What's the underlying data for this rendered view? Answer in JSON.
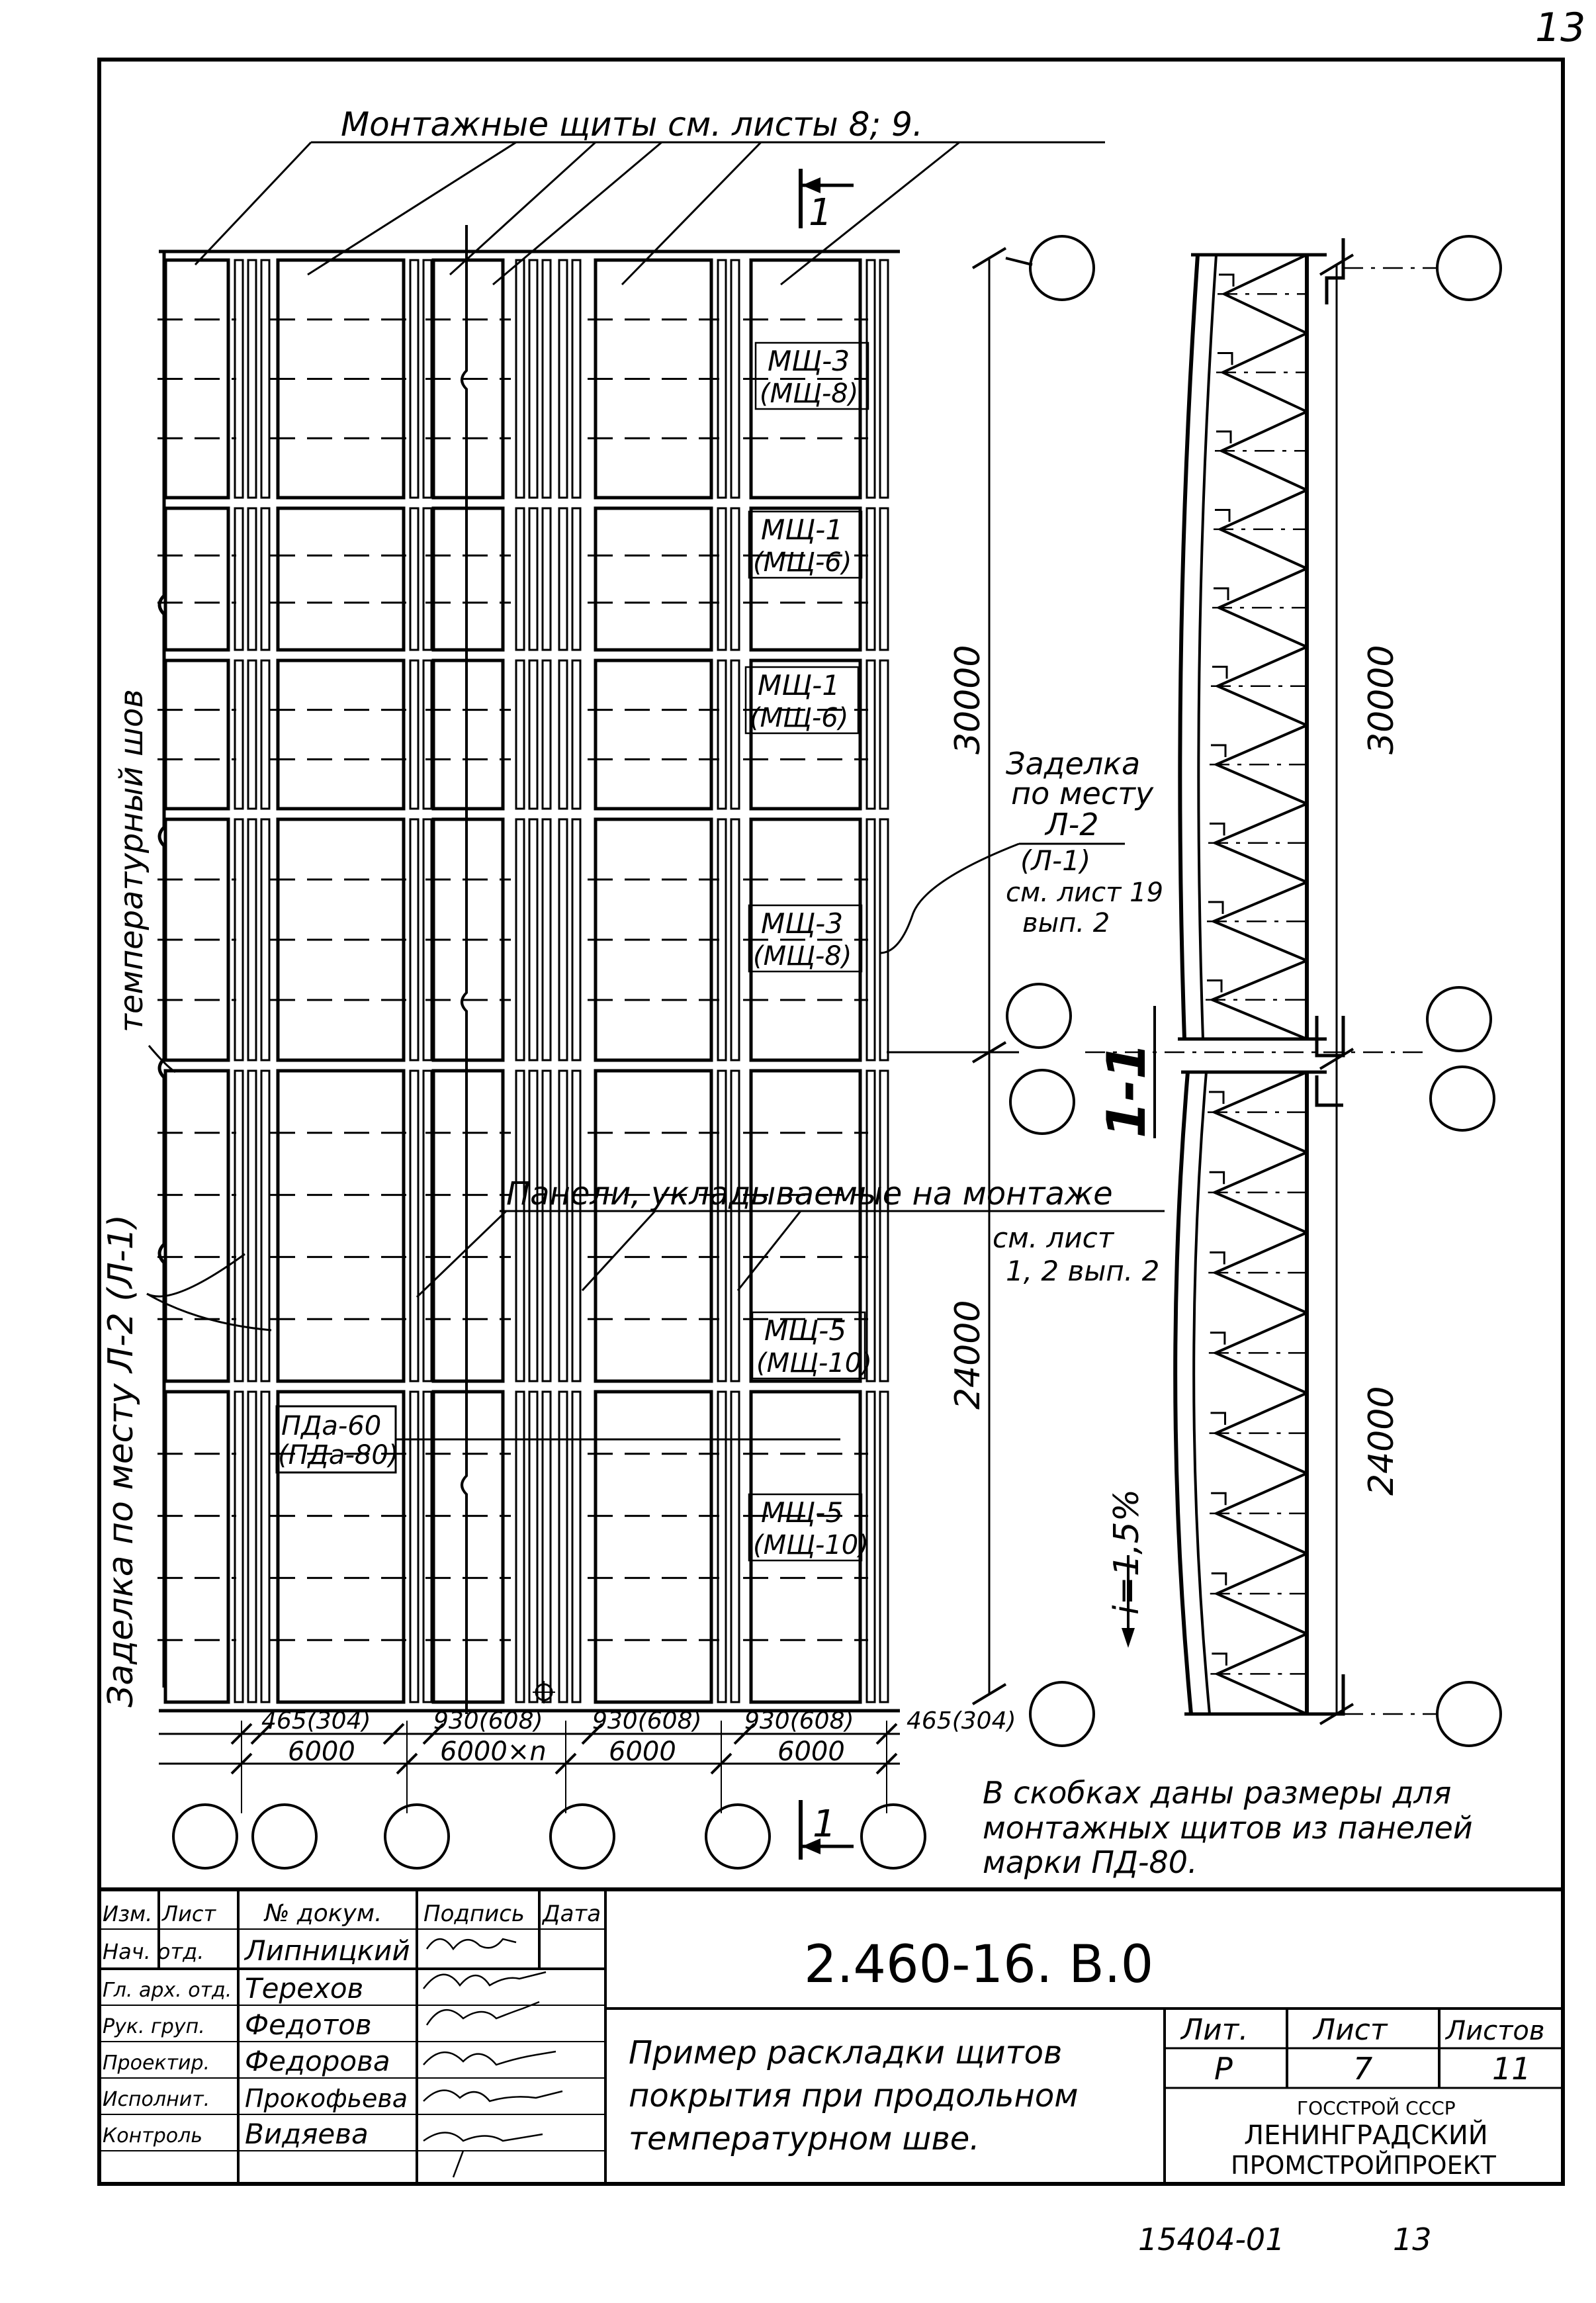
{
  "page_number": "13",
  "plan": {
    "panels_label": "Монтажные щиты см. листы 8; 9.",
    "section_mark": "1",
    "joint_label": "температурный шов",
    "seal_left": "Заделка по месту Л-2 (Л-1)",
    "laid_panels": "Панели, укладываемые на монтаже",
    "laid_panels_ref_line1": "см. лист",
    "laid_panels_ref_line2": "1, 2 вып. 2",
    "seal_right": {
      "line1": "Заделка",
      "line2": "по месту",
      "line3": "Л-2",
      "line4": "(Л-1)",
      "line5": "см. лист 19",
      "line6": "вып. 2"
    },
    "shield_marks": [
      {
        "top": "МЩ-3",
        "bottom": "(МЩ-8)"
      },
      {
        "top": "МЩ-1",
        "bottom": "(МЩ-6)"
      },
      {
        "top": "МЩ-1",
        "bottom": "(МЩ-6)"
      },
      {
        "top": "МЩ-3",
        "bottom": "(МЩ-8)"
      },
      {
        "top": "МЩ-5",
        "bottom": "(МЩ-10)"
      },
      {
        "top": "МЩ-5",
        "bottom": "(МЩ-10)"
      }
    ],
    "pda": {
      "top": "ПДа-60",
      "bottom": "(ПДа-80)"
    },
    "dim_30000": "30000",
    "dim_24000": "24000",
    "bottom_dims_top": [
      "465(304)",
      "930(608)",
      "930(608)",
      "930(608)",
      "465(304)"
    ],
    "bottom_dims": [
      "6000",
      "6000×n",
      "6000",
      "6000"
    ]
  },
  "section": {
    "title": "1-1",
    "dim_30000": "30000",
    "dim_24000": "24000",
    "slope": "i=1,5%"
  },
  "note": {
    "line1": "В скобках даны размеры для",
    "line2": "монтажных щитов из панелей",
    "line3": "марки ПД-80."
  },
  "title_block": {
    "doc_code": "2.460-16. В.0",
    "header": [
      "Изм.",
      "Лист",
      "№ докум.",
      "Подпись",
      "Дата"
    ],
    "rows": [
      {
        "role": "Нач. отд.",
        "name": "Липницкий"
      },
      {
        "role": "Гл. арх. отд.",
        "name": "Терехов"
      },
      {
        "role": "Рук. груп.",
        "name": "Федотов"
      },
      {
        "role": "Проектир.",
        "name": "Федорова"
      },
      {
        "role": "Исполнит.",
        "name": "Прокофьева"
      },
      {
        "role": "Контроль",
        "name": "Видяева"
      }
    ],
    "title_line1": "Пример раскладки щитов",
    "title_line2": "покрытия при продольном",
    "title_line3": "температурном шве.",
    "stage_header": "Лит.",
    "sheet_header": "Лист",
    "sheets_header": "Листов",
    "stage": "Р",
    "sheet": "7",
    "sheets": "11",
    "org_line1": "ГОССТРОЙ СССР",
    "org_line2": "ЛЕНИНГРАДСКИЙ",
    "org_line3": "ПРОМСТРОЙПРОЕКТ"
  },
  "footer_code": "15404-01",
  "footer_page": "13"
}
